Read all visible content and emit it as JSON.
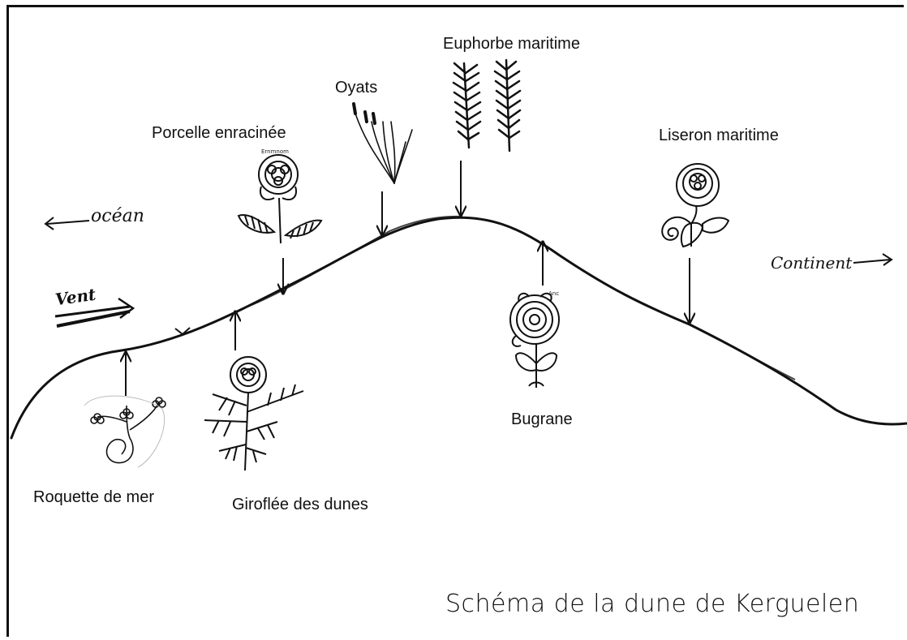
{
  "diagram": {
    "caption": "Schéma de la dune de Kerguelen",
    "directions": {
      "ocean": "océan",
      "continent": "Continent",
      "wind": "Vent"
    },
    "plants": {
      "porcelle": "Porcelle enracinée",
      "oyats": "Oyats",
      "euphorbe": "Euphorbe maritime",
      "liseron": "Liseron maritime",
      "bugrane": "Bugrane",
      "roquette": "Roquette de mer",
      "giroflee": "Giroflée des dunes"
    }
  }
}
